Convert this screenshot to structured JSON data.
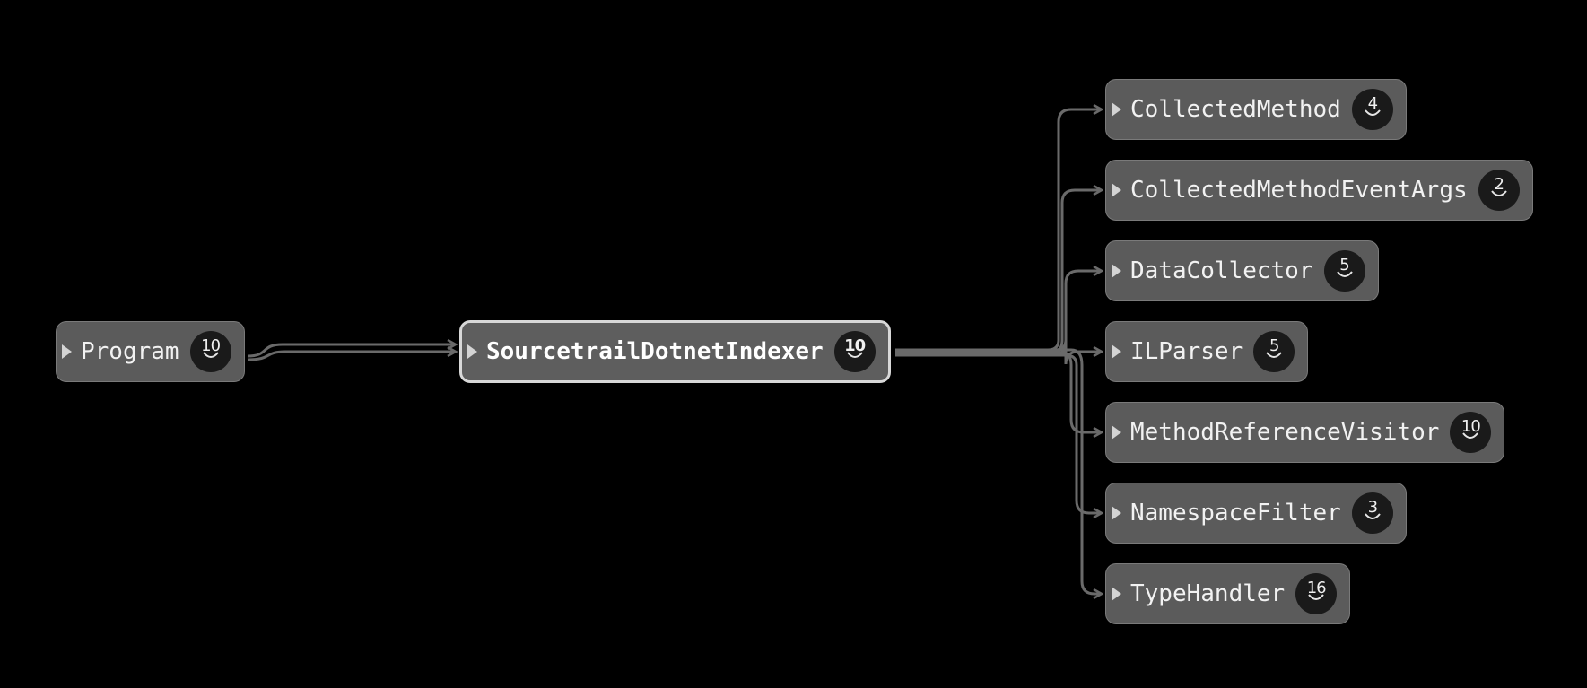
{
  "center": {
    "id": "indexer",
    "label": "SourcetrailDotnetIndexer",
    "count": "10"
  },
  "callers": [
    {
      "id": "program",
      "label": "Program",
      "count": "10"
    }
  ],
  "callees": [
    {
      "id": "collected-method",
      "label": "CollectedMethod",
      "count": "4"
    },
    {
      "id": "collected-method-event-args",
      "label": "CollectedMethodEventArgs",
      "count": "2"
    },
    {
      "id": "data-collector",
      "label": "DataCollector",
      "count": "5"
    },
    {
      "id": "il-parser",
      "label": "ILParser",
      "count": "5"
    },
    {
      "id": "method-reference-visitor",
      "label": "MethodReferenceVisitor",
      "count": "10"
    },
    {
      "id": "namespace-filter",
      "label": "NamespaceFilter",
      "count": "3"
    },
    {
      "id": "type-handler",
      "label": "TypeHandler",
      "count": "16"
    }
  ],
  "colors": {
    "background": "#000000",
    "node": "#5b5b5b",
    "edge": "#6a6a6a",
    "badge": "#1a1a1a",
    "focus_border": "#d8d8d8"
  },
  "icons": {
    "expand": "triangle-right-icon",
    "badge_chevron": "chevron-down-icon"
  }
}
